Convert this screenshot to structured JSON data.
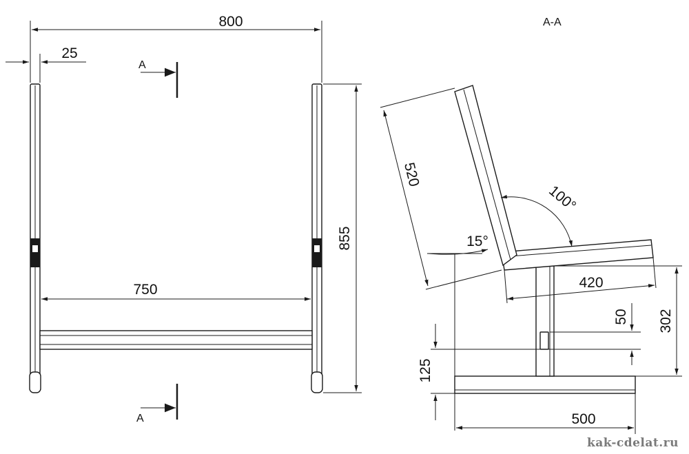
{
  "front_view": {
    "overall_width": "800",
    "post_width": "25",
    "inner_width": "750",
    "height": "855",
    "section_marker": "A"
  },
  "section_view": {
    "title": "A-A",
    "back_length": "520",
    "back_angle": "100°",
    "recline_angle": "15°",
    "seat_depth": "420",
    "seat_height": "302",
    "bracket_offset": "50",
    "base_height": "125",
    "base_depth": "500"
  },
  "watermark": "kak-cdelat.ru",
  "colors": {
    "line": "#1a1a1a",
    "watermark": "#7a7a7a",
    "background": "#ffffff"
  }
}
